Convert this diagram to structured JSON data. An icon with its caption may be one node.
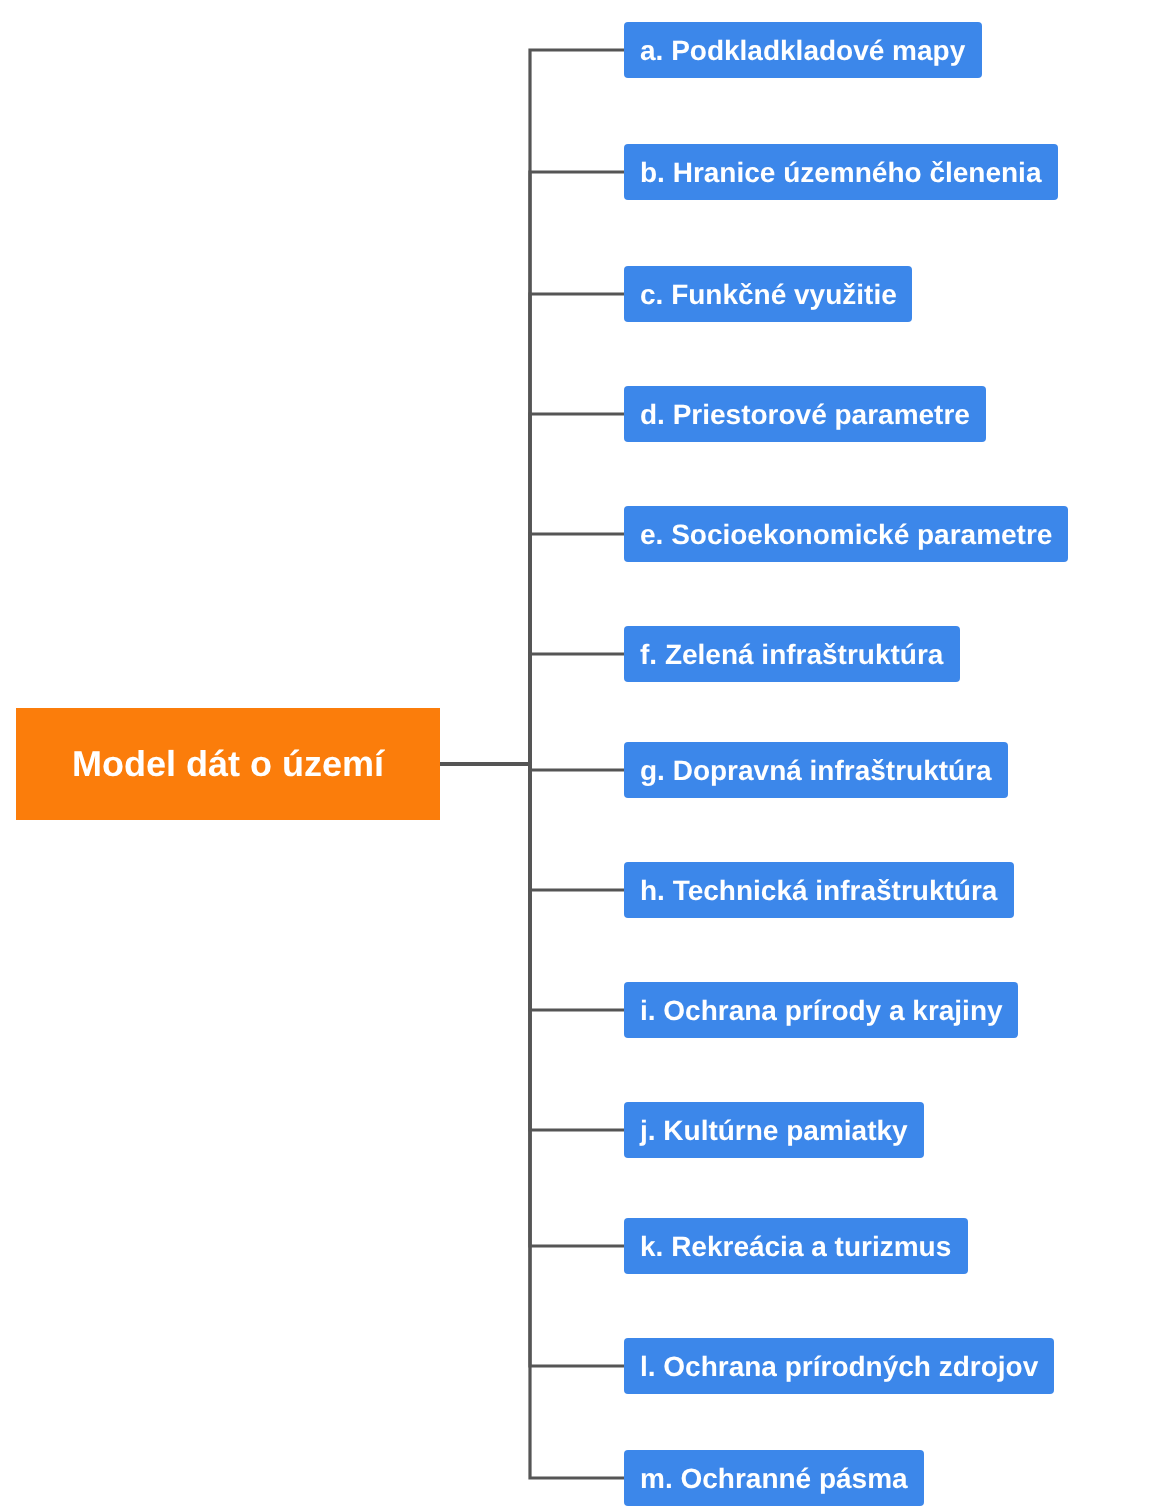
{
  "diagram": {
    "nodes": [
      {
        "text": [
          "Model dát o území"
        ]
      },
      {
        "text": [
          "a. Podkladkladové mapy"
        ]
      },
      {
        "text": [
          "b. Hranice územného členenia"
        ]
      },
      {
        "text": [
          "c. Funkčné využitie"
        ]
      },
      {
        "text": [
          "d. Priestorové parametre"
        ]
      },
      {
        "text": [
          "e. Socioekonomické parametre"
        ]
      },
      {
        "text": [
          "f. Zelená infraštruktúra"
        ]
      },
      {
        "text": [
          "g. Dopravná infraštruktúra"
        ]
      },
      {
        "text": [
          "h. Technická infraštruktúra"
        ]
      },
      {
        "text": [
          "i. Ochrana prírody a krajiny"
        ]
      },
      {
        "text": [
          "j. Kultúrne pamiatky"
        ]
      },
      {
        "text": [
          "k. Rekreácia a turizmus"
        ]
      },
      {
        "text": [
          "l. Ochrana prírodných zdrojov"
        ]
      },
      {
        "text": [
          "m. Ochranné pásma"
        ]
      }
    ],
    "edges": [
      {
        "from": 0,
        "to": 1,
        "arrow": "none"
      },
      {
        "from": 0,
        "to": 2,
        "arrow": "none"
      },
      {
        "from": 0,
        "to": 3,
        "arrow": "none"
      },
      {
        "from": 0,
        "to": 4,
        "arrow": "none"
      },
      {
        "from": 0,
        "to": 5,
        "arrow": "none"
      },
      {
        "from": 0,
        "to": 6,
        "arrow": "none"
      },
      {
        "from": 0,
        "to": 7,
        "arrow": "none"
      },
      {
        "from": 0,
        "to": 8,
        "arrow": "none"
      },
      {
        "from": 0,
        "to": 9,
        "arrow": "none"
      },
      {
        "from": 0,
        "to": 10,
        "arrow": "none"
      },
      {
        "from": 0,
        "to": 11,
        "arrow": "none"
      },
      {
        "from": 0,
        "to": 12,
        "arrow": "none"
      },
      {
        "from": 0,
        "to": 13,
        "arrow": "none"
      }
    ]
  }
}
